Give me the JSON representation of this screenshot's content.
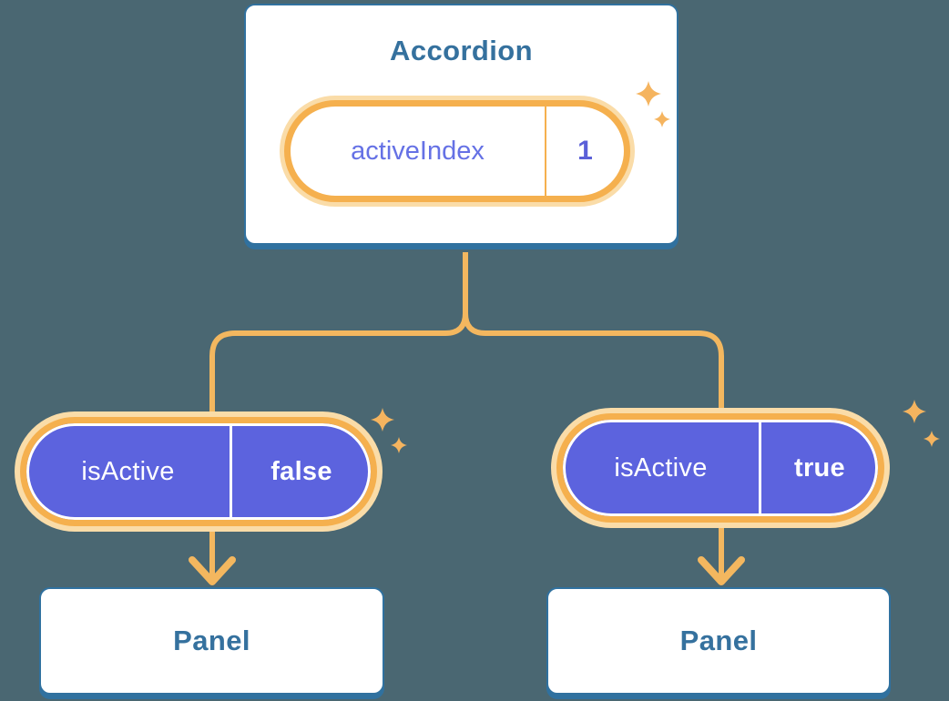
{
  "colors": {
    "background": "#4A6772",
    "card_border": "#30719F",
    "card_text": "#35719E",
    "connector": "#F3B75F",
    "pill_ring_outer": "#FADCA8",
    "pill_ring_inner": "#F5B04E",
    "prop_pill_fill": "#5C63DE",
    "state_name_text": "#6571E5",
    "state_value_text": "#5A5FD8",
    "prop_text": "#FFFFFF",
    "sparkle": "#F5B45F"
  },
  "accordion": {
    "title": "Accordion",
    "state": {
      "name": "activeIndex",
      "value": "1"
    }
  },
  "branches": [
    {
      "prop": {
        "name": "isActive",
        "value": "false"
      },
      "panel": {
        "title": "Panel"
      }
    },
    {
      "prop": {
        "name": "isActive",
        "value": "true"
      },
      "panel": {
        "title": "Panel"
      }
    }
  ]
}
